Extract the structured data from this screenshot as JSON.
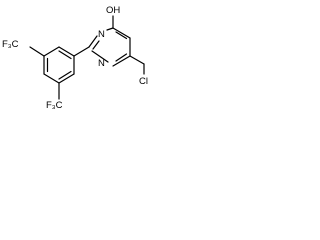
{
  "molecule": {
    "labels": {
      "cf3_top": "F₃C",
      "cf3_bottom": "F₃C",
      "ring_n_top": "N",
      "ring_n_bottom": "N",
      "hydroxyl": "OH",
      "chloro": "Cl"
    }
  }
}
